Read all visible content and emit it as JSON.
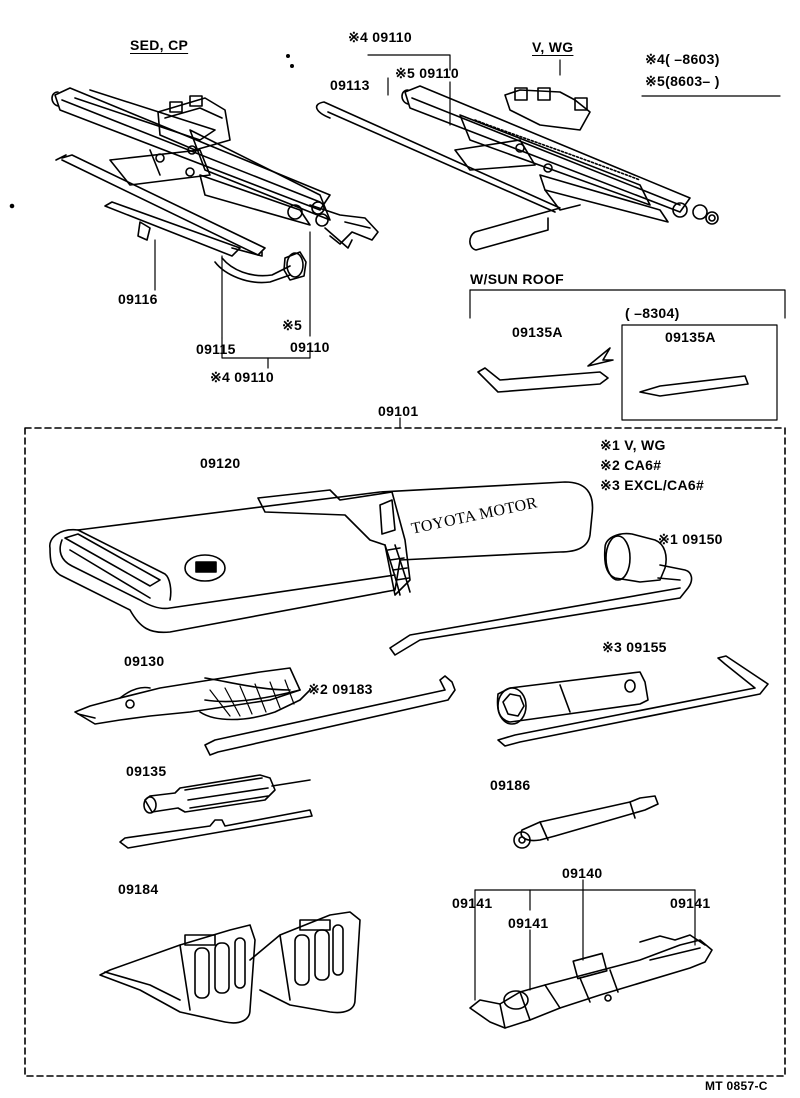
{
  "headings": {
    "sed_cp": "SED, CP",
    "v_wg": "V, WG",
    "sun_roof": "W/SUN  ROOF"
  },
  "top_right_note": {
    "line1": "※4(        –8603)",
    "line2": "※5(8603–          )"
  },
  "jack_left": {
    "p09116": "09116",
    "p09115": "09115",
    "note5": "※5",
    "p09110": "09110",
    "note4": "※4 09110"
  },
  "jack_right": {
    "note4": "※4 09110",
    "p09113": "09113",
    "note5": "※5 09110"
  },
  "sunroof": {
    "p09135a": "09135A",
    "range": "(        –8304)",
    "p09135a_inset": "09135A"
  },
  "kit": {
    "p09101": "09101",
    "p09120": "09120",
    "notes": [
      "※1 V, WG",
      "※2 CA6#",
      "※3 EXCL/CA6#"
    ],
    "bag_text": "TOYOTA MOTOR",
    "p09150": "※1 09150",
    "p09130": "09130",
    "p09183": "※2 09183",
    "p09155": "※3 09155",
    "p09135": "09135",
    "p09186": "09186",
    "p09184": "09184",
    "p09140": "09140",
    "p09141_a": "09141",
    "p09141_b": "09141",
    "p09141_c": "09141"
  },
  "footer_code": "MT  0857-C"
}
